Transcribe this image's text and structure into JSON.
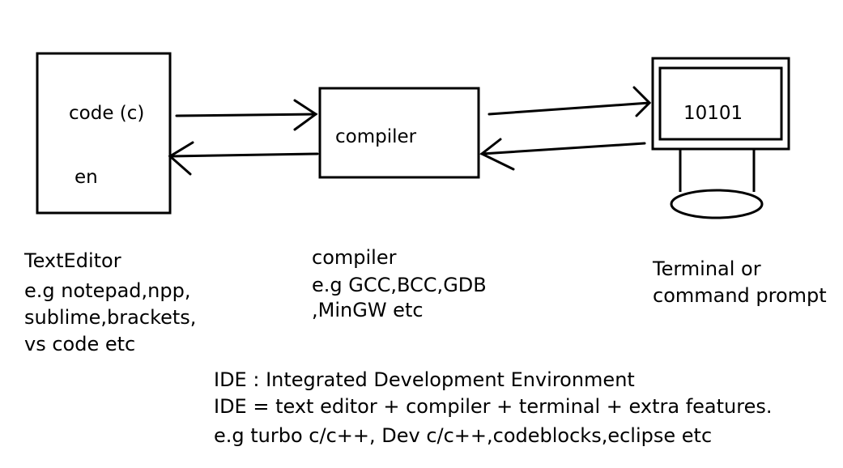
{
  "diagram": {
    "editor_box": {
      "line1": "code (c)",
      "line2": "en"
    },
    "compiler_box": {
      "label": "compiler"
    },
    "monitor": {
      "screen_text": "10101"
    }
  },
  "captions": {
    "text_editor": {
      "title": "TextEditor",
      "lines": [
        "e.g notepad,npp,",
        "sublime,brackets,",
        "vs code etc"
      ]
    },
    "compiler": {
      "title": "compiler",
      "lines": [
        "e.g GCC,BCC,GDB",
        ",MinGW etc"
      ]
    },
    "terminal": {
      "lines": [
        "Terminal or",
        "command prompt"
      ]
    }
  },
  "ide_notes": {
    "line1": "IDE : Integrated Development Environment",
    "line2": "IDE = text editor + compiler + terminal + extra features.",
    "line3": "e.g  turbo c/c++, Dev c/c++,codeblocks,eclipse etc"
  },
  "colors": {
    "stroke": "#000000",
    "background": "#ffffff"
  }
}
